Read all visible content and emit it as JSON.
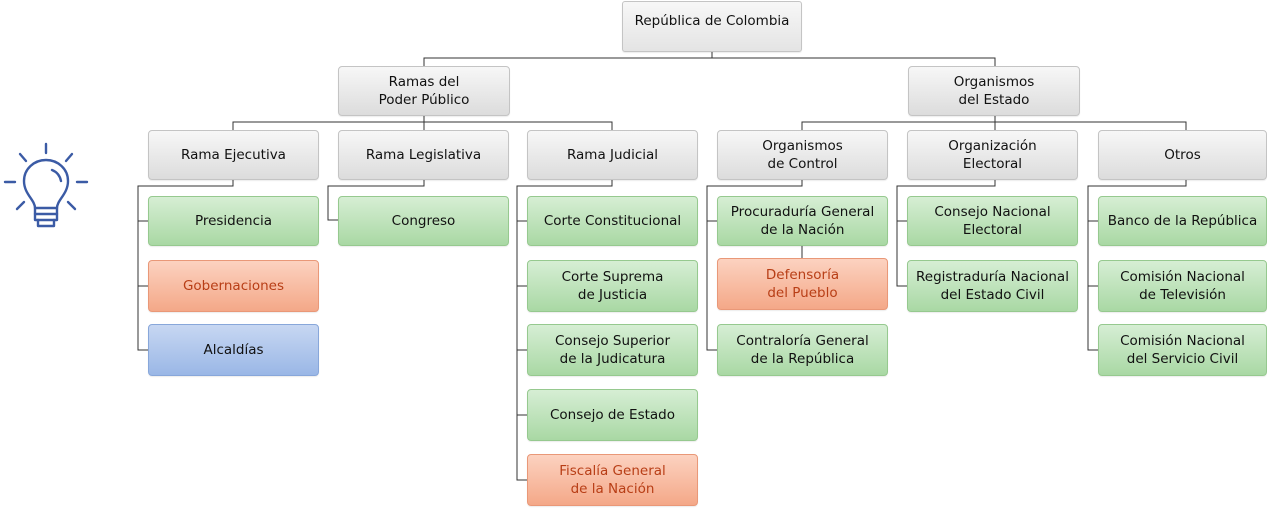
{
  "root": {
    "label": "República de Colombia"
  },
  "flag_colors": [
    "#f5d74a",
    "#2b4a9a",
    "#d6262b"
  ],
  "icon": "lightbulb-icon",
  "icon_color": "#3b5ba5",
  "branches": {
    "ramas": "Ramas del\nPoder Público",
    "organismos": "Organismos\ndel Estado"
  },
  "rama_ejecutiva": {
    "title": "Rama Ejecutiva",
    "items": [
      "Presidencia",
      "Gobernaciones",
      "Alcaldías"
    ]
  },
  "rama_legislativa": {
    "title": "Rama Legislativa",
    "items": [
      "Congreso"
    ]
  },
  "rama_judicial": {
    "title": "Rama Judicial",
    "items": [
      "Corte Constitucional",
      "Corte Suprema\nde Justicia",
      "Consejo Superior\nde la Judicatura",
      "Consejo de Estado",
      "Fiscalía General\nde la Nación"
    ]
  },
  "organismos_control": {
    "title": "Organismos\nde Control",
    "items": [
      "Procuraduría General\nde la Nación",
      "Defensoría\ndel Pueblo",
      "Contraloría General\nde la República"
    ]
  },
  "organizacion_electoral": {
    "title": "Organización\nElectoral",
    "items": [
      "Consejo Nacional\nElectoral",
      "Registraduría Nacional\ndel Estado Civil"
    ]
  },
  "otros": {
    "title": "Otros",
    "items": [
      "Banco de la República",
      "Comisión Nacional\nde Televisión",
      "Comisión Nacional\ndel Servicio Civil"
    ]
  },
  "category_colors": {
    "gray": "#e4e4e4",
    "green": "#b7dfb2",
    "orange": "#f6b598",
    "blue": "#a9c2ea"
  }
}
